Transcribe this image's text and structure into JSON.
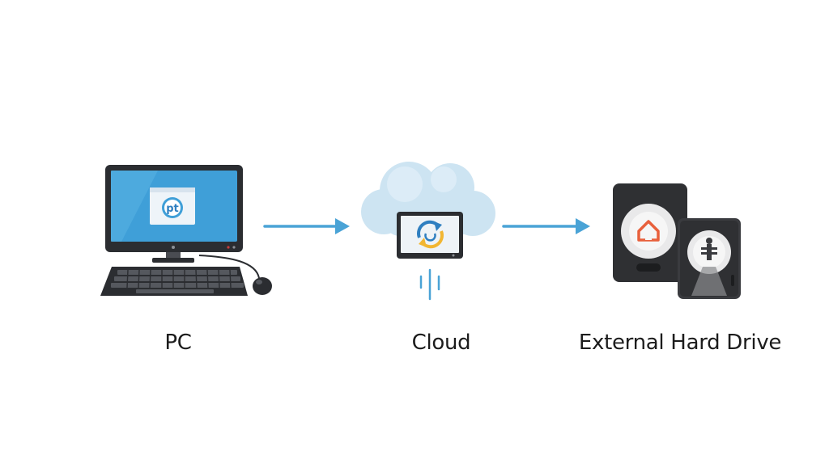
{
  "nodes": {
    "pc": {
      "label": "PC",
      "screen_logo": "pt"
    },
    "cloud": {
      "label": "Cloud"
    },
    "drive": {
      "label": "External Hard Drive"
    }
  },
  "colors": {
    "arrow": "#4aa3d6",
    "monitor_screen": "#3f9fd8",
    "cloud_fill": "#cde4f2",
    "drive_body": "#2f3033",
    "drive_accent": "#e8603c",
    "icon_blue": "#2f7fc0",
    "icon_yellow": "#f2b632"
  },
  "icons": {
    "pc": "desktop-computer-icon",
    "cloud": "cloud-sync-icon",
    "drive": "external-hard-drive-icon",
    "flow": "right-arrow-icon"
  }
}
